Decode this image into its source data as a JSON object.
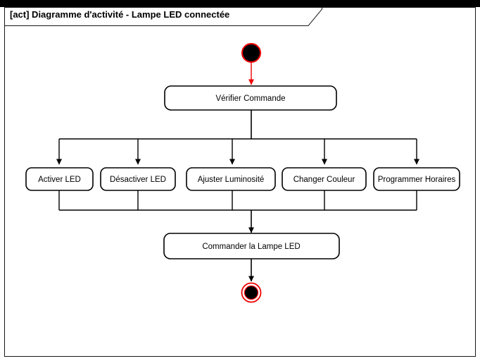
{
  "frame": {
    "title": "[act] Diagramme d'activité - Lampe LED connectée",
    "kind_tag": "act",
    "border_color": "#1a1a1a",
    "background": "#ffffff",
    "top_band_color": "#000000"
  },
  "colors": {
    "initial_node_fill": "#000000",
    "initial_node_stroke": "#ee0000",
    "initial_flow_stroke": "#ee0000",
    "final_node_outer_ring": "#ee0000",
    "final_node_inner_fill": "#000000",
    "node_stroke": "#000000",
    "node_fill": "#ffffff",
    "flow_stroke": "#000000",
    "text": "#000000"
  },
  "diagram": {
    "type": "uml-activity-diagram",
    "initial_node": {
      "name": "initial-node",
      "shape": "filled-circle"
    },
    "final_node": {
      "name": "final-node",
      "shape": "bullseye"
    },
    "actions": [
      {
        "id": "verifier-commande",
        "label": "Vérifier Commande"
      },
      {
        "id": "activer-led",
        "label": "Activer LED"
      },
      {
        "id": "desactiver-led",
        "label": "Désactiver LED"
      },
      {
        "id": "ajuster-luminosite",
        "label": "Ajuster Luminosité"
      },
      {
        "id": "changer-couleur",
        "label": "Changer Couleur"
      },
      {
        "id": "programmer-horaires",
        "label": "Programmer Horaires"
      },
      {
        "id": "commander-la-lampe-led",
        "label": "Commander la Lampe LED"
      }
    ],
    "branch_actions": [
      "Activer LED",
      "Désactiver LED",
      "Ajuster Luminosité",
      "Changer Couleur",
      "Programmer Horaires"
    ],
    "flows": [
      {
        "from": "initial-node",
        "to": "verifier-commande",
        "color": "#ee0000"
      },
      {
        "from": "verifier-commande",
        "to": "fork-bar",
        "color": "#000000"
      },
      {
        "from": "fork-bar",
        "to": "activer-led",
        "color": "#000000"
      },
      {
        "from": "fork-bar",
        "to": "desactiver-led",
        "color": "#000000"
      },
      {
        "from": "fork-bar",
        "to": "ajuster-luminosite",
        "color": "#000000"
      },
      {
        "from": "fork-bar",
        "to": "changer-couleur",
        "color": "#000000"
      },
      {
        "from": "fork-bar",
        "to": "programmer-horaires",
        "color": "#000000"
      },
      {
        "from": "activer-led",
        "to": "join-bar",
        "color": "#000000"
      },
      {
        "from": "desactiver-led",
        "to": "join-bar",
        "color": "#000000"
      },
      {
        "from": "ajuster-luminosite",
        "to": "join-bar",
        "color": "#000000"
      },
      {
        "from": "changer-couleur",
        "to": "join-bar",
        "color": "#000000"
      },
      {
        "from": "programmer-horaires",
        "to": "join-bar",
        "color": "#000000"
      },
      {
        "from": "join-bar",
        "to": "commander-la-lampe-led",
        "color": "#000000"
      },
      {
        "from": "commander-la-lampe-led",
        "to": "final-node",
        "color": "#000000"
      }
    ]
  }
}
